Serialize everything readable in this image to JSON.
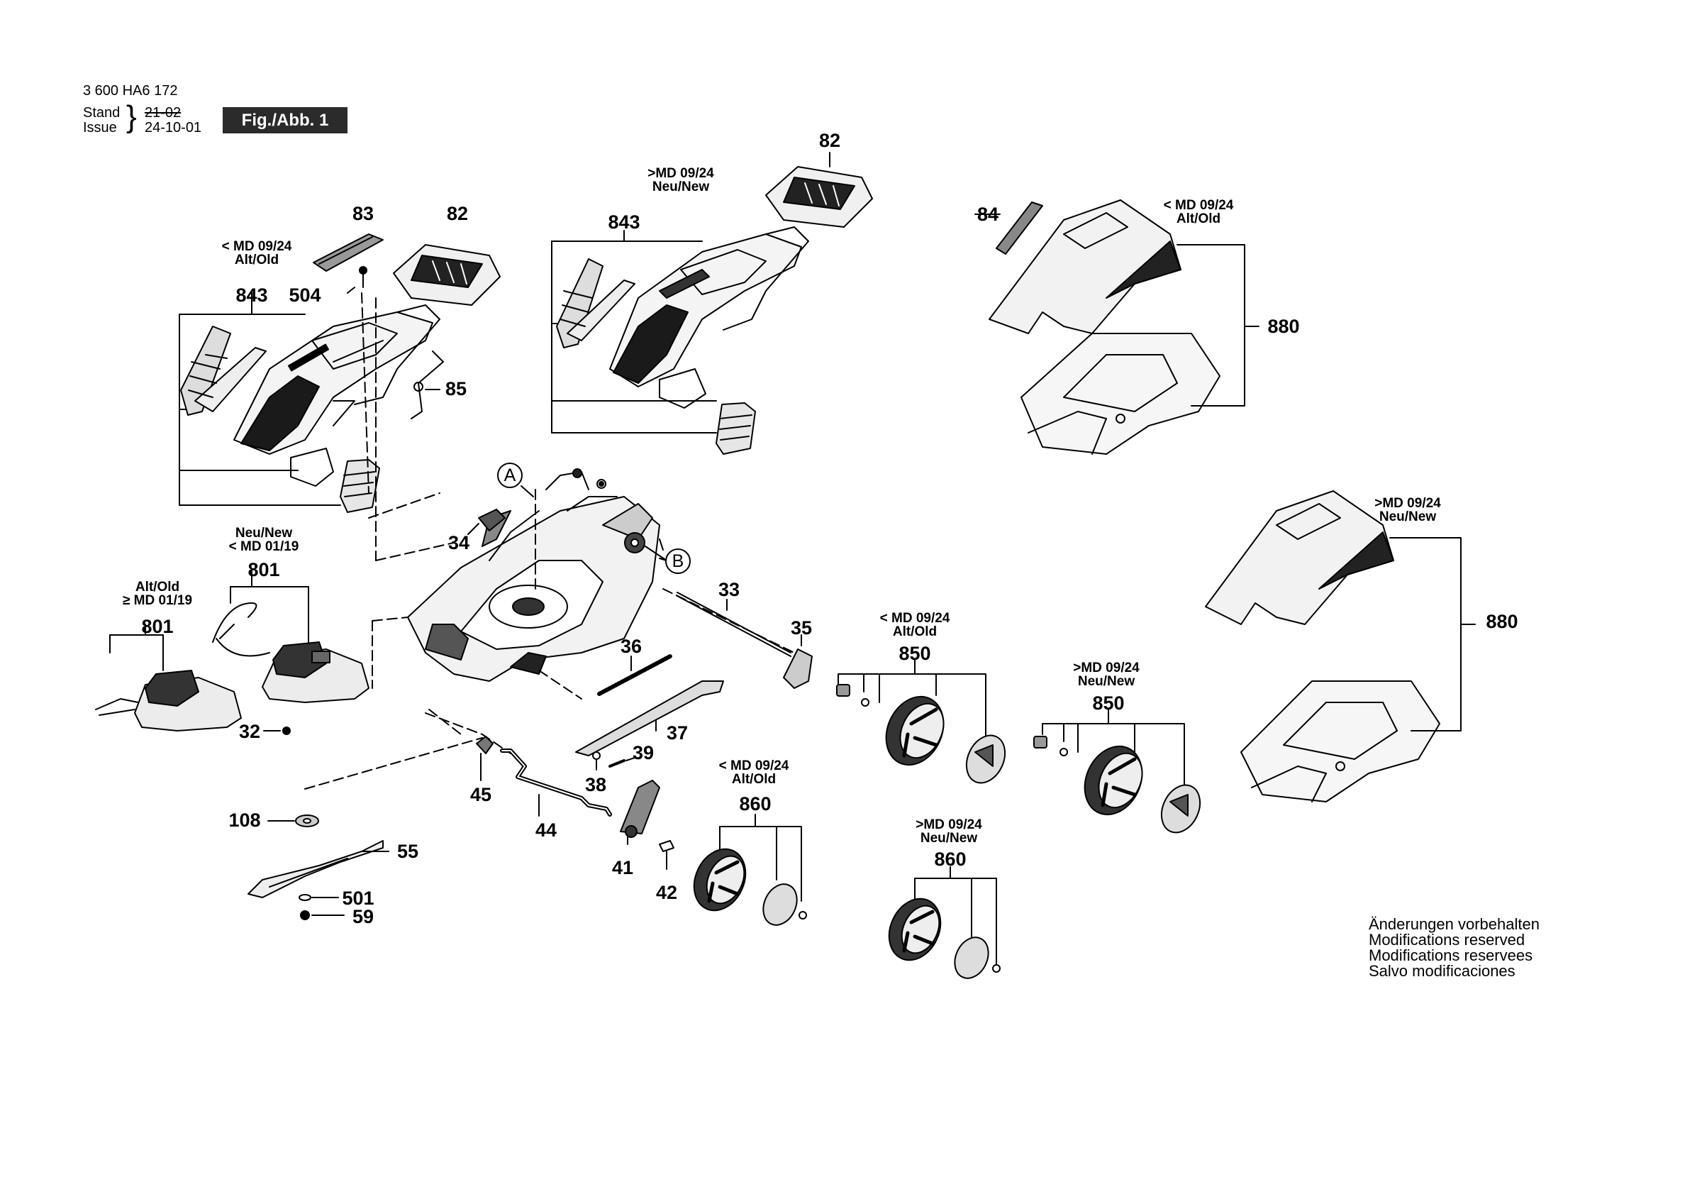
{
  "header": {
    "doc_number": "3 600 HA6 172",
    "stand_label": "Stand",
    "issue_label": "Issue",
    "old_date": "21-02",
    "new_date": "24-10-01",
    "figure": "Fig./Abb. 1"
  },
  "callouts": {
    "A": "A",
    "B": "B"
  },
  "notes": {
    "lt_md0924_alt_old_843": "< MD 09/24\nAlt/Old",
    "gt_md0924_neu_new_843": ">MD 09/24\nNeu/New",
    "lt_md0924_alt_old_880": "< MD 09/24\nAlt/Old",
    "gt_md0924_neu_new_880": ">MD 09/24\nNeu/New",
    "neu_new_801": "Neu/New\n< MD 01/19",
    "alt_old_801": "Alt/Old\n≥ MD 01/19",
    "lt_md0924_alt_old_850": "< MD 09/24\nAlt/Old",
    "gt_md0924_neu_new_850": ">MD 09/24\nNeu/New",
    "lt_md0924_alt_old_860": "< MD 09/24\nAlt/Old",
    "gt_md0924_neu_new_860": ">MD 09/24\nNeu/New"
  },
  "parts": {
    "p82a": "82",
    "p83": "83",
    "p843a": "843",
    "p504": "504",
    "p85": "85",
    "p82b": "82",
    "p843b": "843",
    "p84": "84",
    "p880a": "880",
    "p880b": "880",
    "p34": "34",
    "p801a": "801",
    "p801b": "801",
    "p32": "32",
    "p33": "33",
    "p35": "35",
    "p36": "36",
    "p37": "37",
    "p39": "39",
    "p38": "38",
    "p45": "45",
    "p44": "44",
    "p41": "41",
    "p42": "42",
    "p108": "108",
    "p55": "55",
    "p501": "501",
    "p59": "59",
    "p850a": "850",
    "p850b": "850",
    "p860a": "860",
    "p860b": "860"
  },
  "footer": {
    "line1": "Änderungen vorbehalten",
    "line2": "Modifications reserved",
    "line3": "Modifications reservees",
    "line4": "Salvo modificaciones"
  }
}
